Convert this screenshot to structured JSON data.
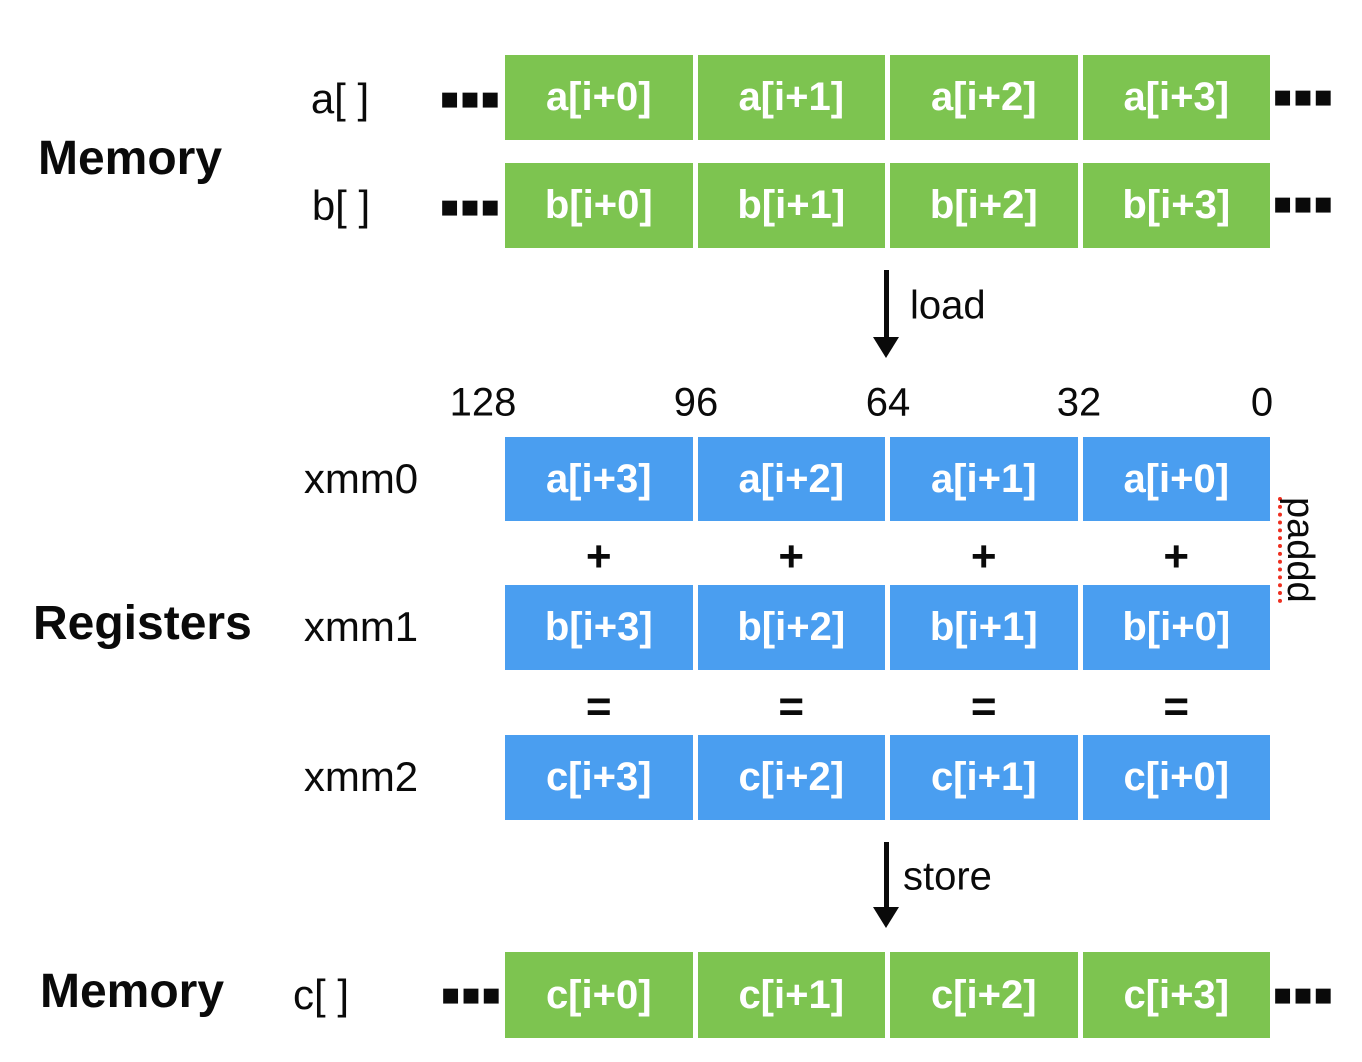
{
  "colors": {
    "memory_cell_green": "#7dc450",
    "register_cell_blue": "#4a9ef0",
    "text_black": "#0a0a0a",
    "cell_text_white": "#ffffff",
    "paddd_underline_red": "#ee2f1f"
  },
  "ellipsis_marks": "▪▪▪",
  "memory_top": {
    "section_label": "Memory",
    "row_a": {
      "label": "a[ ]",
      "cells": [
        "a[i+0]",
        "a[i+1]",
        "a[i+2]",
        "a[i+3]"
      ]
    },
    "row_b": {
      "label": "b[ ]",
      "cells": [
        "b[i+0]",
        "b[i+1]",
        "b[i+2]",
        "b[i+3]"
      ]
    }
  },
  "load": {
    "label": "load"
  },
  "registers": {
    "section_label": "Registers",
    "bit_labels": [
      "128",
      "96",
      "64",
      "32",
      "0"
    ],
    "xmm0": {
      "label": "xmm0",
      "cells": [
        "a[i+3]",
        "a[i+2]",
        "a[i+1]",
        "a[i+0]"
      ]
    },
    "xmm1": {
      "label": "xmm1",
      "cells": [
        "b[i+3]",
        "b[i+2]",
        "b[i+1]",
        "b[i+0]"
      ]
    },
    "xmm2": {
      "label": "xmm2",
      "cells": [
        "c[i+3]",
        "c[i+2]",
        "c[i+1]",
        "c[i+0]"
      ]
    },
    "plus_operator": "+",
    "equals_operator": "=",
    "instruction": "paddd"
  },
  "store": {
    "label": "store"
  },
  "memory_bottom": {
    "section_label": "Memory",
    "row_c": {
      "label": "c[ ]",
      "cells": [
        "c[i+0]",
        "c[i+1]",
        "c[i+2]",
        "c[i+3]"
      ]
    }
  }
}
